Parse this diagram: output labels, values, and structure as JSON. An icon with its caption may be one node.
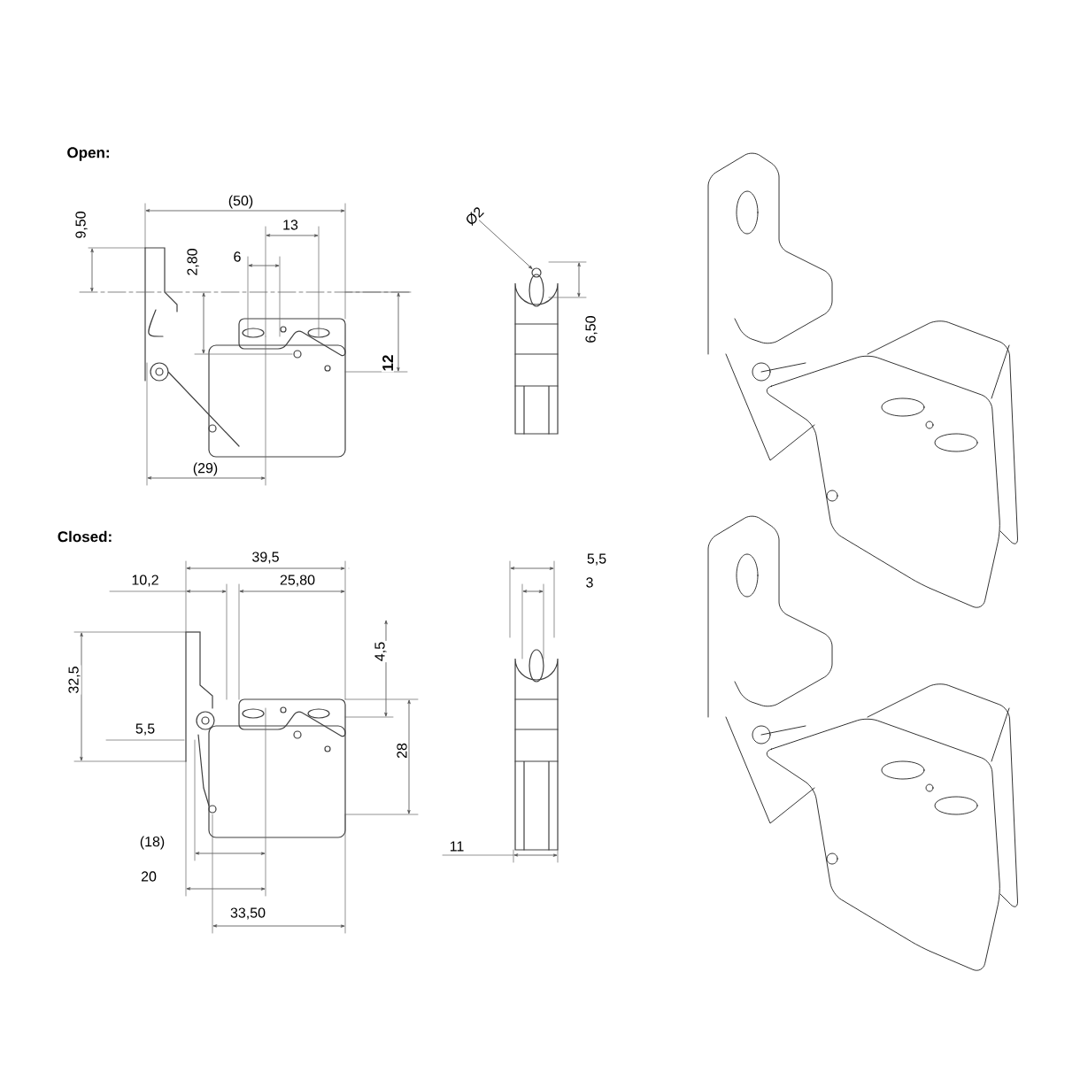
{
  "diagram": {
    "nodes": [
      {
        "text": [
          "Ø2"
        ]
      },
      {
        "text": [],
        "shape": "circle"
      }
    ],
    "edges": [
      {
        "from": 0,
        "to": 1,
        "arrow": "to"
      }
    ],
    "labels": [
      "Open:",
      "(50)",
      "9,50",
      "13",
      "2,80",
      "6",
      "12",
      "6,50",
      "(29)",
      "Closed:",
      "39,5",
      "5,5",
      "10,2",
      "25,80",
      "3",
      "32,5",
      "4,5",
      "5,5",
      "28",
      "(18)",
      "11",
      "20",
      "33,50"
    ]
  }
}
